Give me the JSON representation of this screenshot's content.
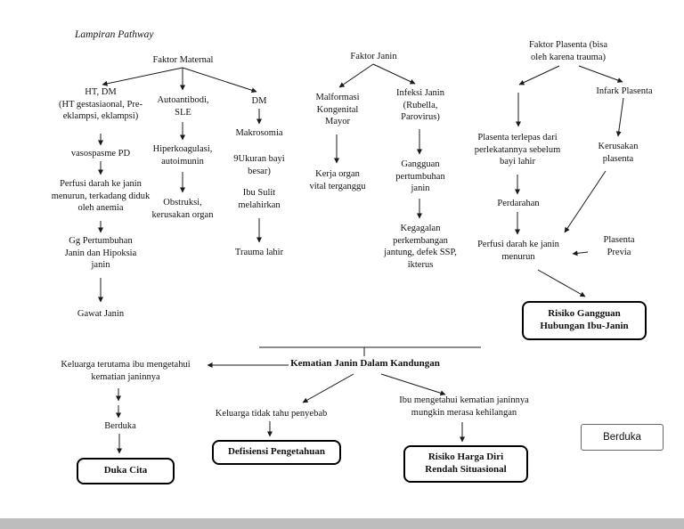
{
  "title": "Lampiran Pathway",
  "colors": {
    "line": "#1a1a1a",
    "text": "#111111",
    "footer_bar": "#bdbdbd"
  },
  "nodes": {
    "faktor_maternal": "Faktor Maternal",
    "faktor_janin": "Faktor Janin",
    "faktor_plasenta": "Faktor Plasenta (bisa\noleh karena trauma)",
    "ht_dm": "HT, DM\n(HT gestasiaonal, Pre-\neklampsi, eklampsi)",
    "vasospasme": "vasospasme PD",
    "perfusi_janin_anemia": "Perfusi darah ke janin\nmenurun, terkadang diduk\noleh anemia",
    "gg_pertumbuhan": "Gg Pertumbuhan\nJanin dan Hipoksia\njanin",
    "gawat_janin": "Gawat Janin",
    "autoantibodi": "Autoantibodi,\nSLE",
    "hiperkoagulasi": "Hiperkoagulasi,\nautoimunin",
    "obstruksi": "Obstruksi,\nkerusakan organ",
    "dm": "DM",
    "makrosomia": "Makrosomia",
    "ukuran_bayi": "9Ukuran bayi\nbesar)",
    "ibu_sulit": "Ibu Sulit\nmelahirkan",
    "trauma_lahir": "Trauma lahir",
    "malformasi": "Malformasi\nKongenital\nMayor",
    "kerja_organ": "Kerja organ\nvital terganggu",
    "infeksi_janin": "Infeksi Janin\n(Rubella,\nParovirus)",
    "gangguan_pertumbuhan": "Gangguan\npertumbuhan\njanin",
    "kegagalan": "Kegagalan\nperkembangan\njantung, defek SSP,\nikterus",
    "plasenta_terlepas": "Plasenta terlepas dari\nperlekatannya sebelum\nbayi lahir",
    "perdarahan": "Perdarahan",
    "perfusi_menurun": "Perfusi darah ke janin\nmenurun",
    "plasenta_previa": "Plasenta\nPrevia",
    "infark_plasenta": "Infark Plasenta",
    "kerusakan_plasenta": "Kerusakan\nplasenta",
    "risiko_gangguan": "Risiko Gangguan\nHubungan Ibu-Janin",
    "kematian_janin": "Kematian Janin Dalam Kandungan",
    "keluarga_ibu": "Keluarga terutama ibu mengetahui\nkematian janinnya",
    "berduka": "Berduka",
    "duka_cita": "Duka Cita",
    "keluarga_tidak_tahu": "Keluarga tidak tahu penyebab",
    "defisiensi": "Defisiensi Pengetahuan",
    "ibu_mengetahui": "Ibu mengetahui kematian janinnya\nmungkin merasa kehilangan",
    "risiko_harga_diri": "Risiko Harga Diri\nRendah Situasional",
    "berduka_note": "Berduka"
  }
}
